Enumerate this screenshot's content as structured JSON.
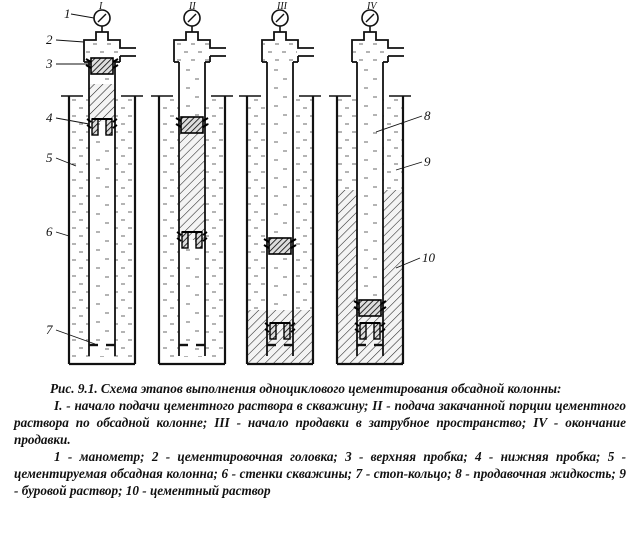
{
  "figure": {
    "stages": [
      "I",
      "II",
      "III",
      "IV"
    ],
    "callouts": [
      "1",
      "2",
      "3",
      "4",
      "5",
      "6",
      "7",
      "8",
      "9",
      "10"
    ]
  },
  "caption": {
    "title": "Рис. 9.1. Схема этапов выполнения одноциклового цементирования обсадной колонны:",
    "stages_text": "I. - начало подачи цементного раствора в скважину; II - подача закачанной порции цементного раствора по обсадной колонне; III - начало продавки в затрубное пространство; IV - окончание продавки.",
    "legend_text": "1 - манометр; 2 - цементировочная головка; 3 - верхняя пробка; 4 - нижняя пробка; 5 - цементируемая обсадная колонна; 6 - стенки скважины; 7 - стоп-кольцо; 8 - продавочная жидкость; 9 - буровой раствор; 10 - цементный раствор"
  }
}
